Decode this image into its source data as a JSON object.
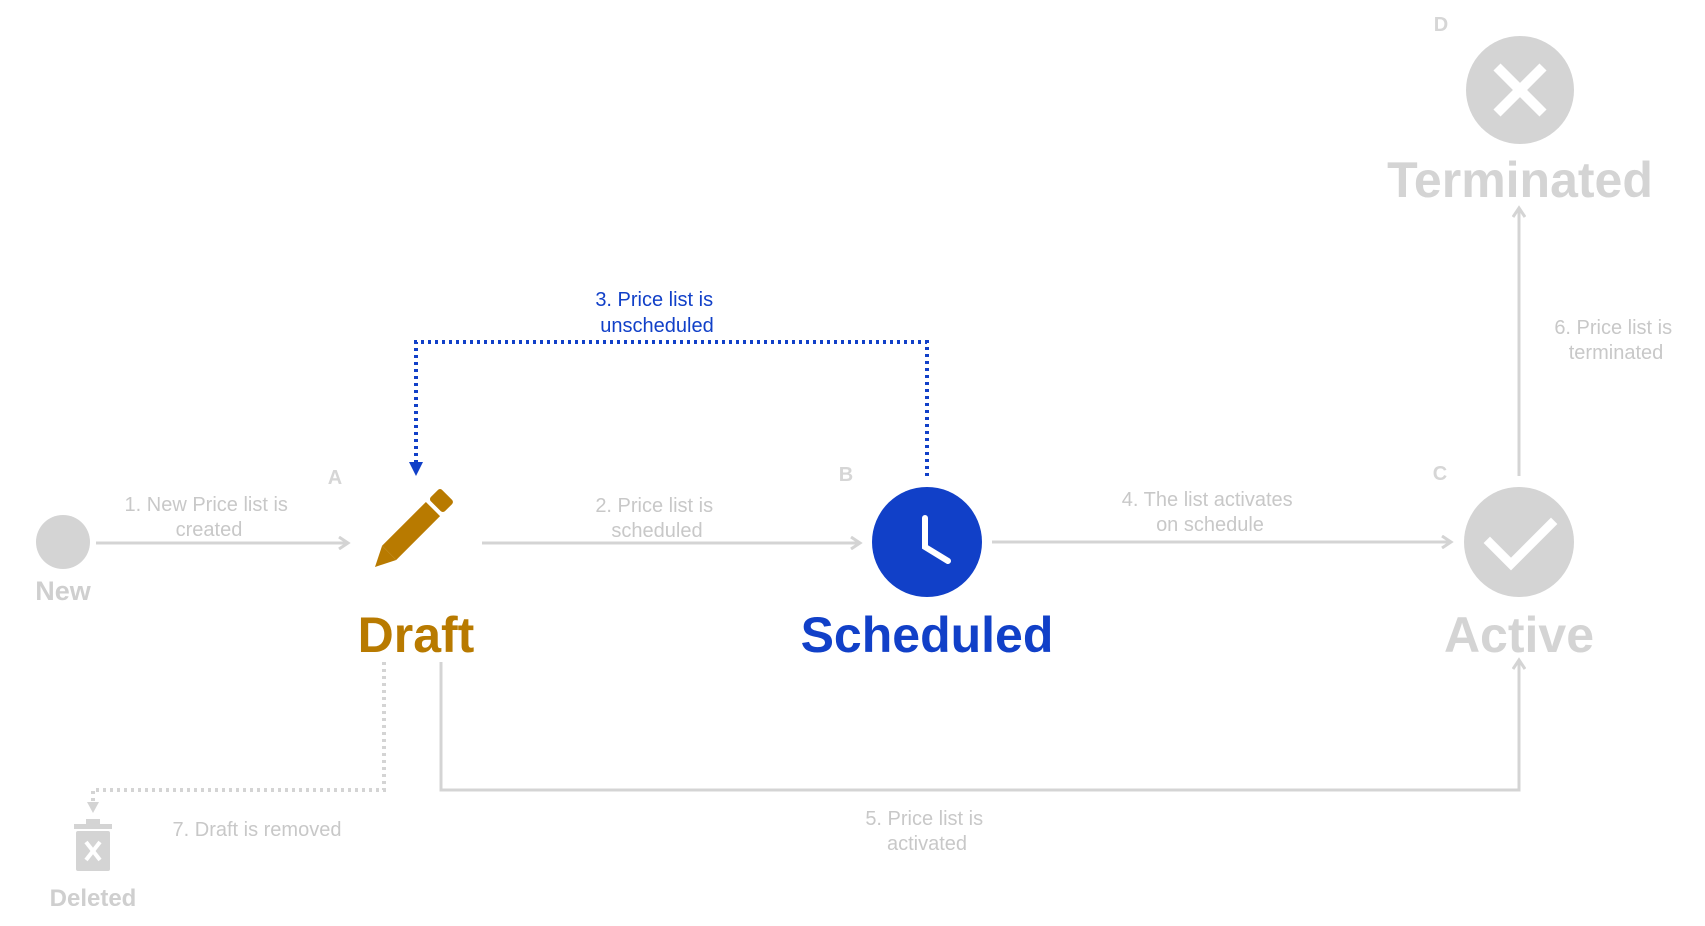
{
  "colors": {
    "inactive": "#d4d4d4",
    "inactive_text": "#cfcfcf",
    "draft": "#b87a00",
    "scheduled": "#1140c8",
    "label_gray": "#c8c8c8"
  },
  "states": {
    "new": {
      "name": "New"
    },
    "draft": {
      "name": "Draft",
      "letter": "A",
      "icon": "pencil-icon"
    },
    "scheduled": {
      "name": "Scheduled",
      "letter": "B",
      "icon": "clock-icon"
    },
    "active": {
      "name": "Active",
      "letter": "C",
      "icon": "checkmark-icon"
    },
    "terminated": {
      "name": "Terminated",
      "letter": "D",
      "icon": "x-icon"
    },
    "deleted": {
      "name": "Deleted",
      "icon": "trash-icon"
    }
  },
  "transitions": {
    "t1": {
      "line1": "1. New Price list is",
      "line2": "created"
    },
    "t2": {
      "line1": "2. Price list is",
      "line2": "scheduled"
    },
    "t3": {
      "line1": "3. Price list is",
      "line2": "unscheduled"
    },
    "t4": {
      "line1": "4. The list activates",
      "line2": "on schedule"
    },
    "t5": {
      "line1": "5. Price list is",
      "line2": "activated"
    },
    "t6": {
      "line1": "6. Price list is",
      "line2": "terminated"
    },
    "t7": {
      "line1": "7. Draft is removed"
    }
  }
}
